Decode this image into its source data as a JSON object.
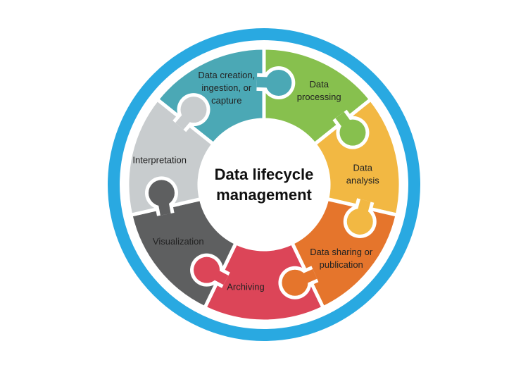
{
  "title": {
    "line1": "Data lifecycle",
    "line2": "management"
  },
  "colors": {
    "background": "#FFFFFF",
    "outer_ring": "#29A9E1",
    "piece_border": "#FFFFFF",
    "label_text": "#222222",
    "title_text": "#101010"
  },
  "segments": [
    {
      "id": "data-creation",
      "label": "Data creation, ingestion, or capture",
      "label_lines": [
        "Data creation,",
        "ingestion, or",
        "capture"
      ],
      "color": "#4BA8B5"
    },
    {
      "id": "data-processing",
      "label": "Data processing",
      "label_lines": [
        "Data",
        "processing"
      ],
      "color": "#87C04E"
    },
    {
      "id": "data-analysis",
      "label": "Data analysis",
      "label_lines": [
        "Data",
        "analysis"
      ],
      "color": "#F2B843"
    },
    {
      "id": "data-sharing",
      "label": "Data sharing or publication",
      "label_lines": [
        "Data sharing or",
        "publication"
      ],
      "color": "#E5752C"
    },
    {
      "id": "archiving",
      "label": "Archiving",
      "label_lines": [
        "Archiving"
      ],
      "color": "#DC4558"
    },
    {
      "id": "visualization",
      "label": "Visualization",
      "label_lines": [
        "Visualization"
      ],
      "color": "#5E5F60"
    },
    {
      "id": "interpretation",
      "label": "Interpretation",
      "label_lines": [
        "Interpretation"
      ],
      "color": "#C8CCCE"
    }
  ]
}
